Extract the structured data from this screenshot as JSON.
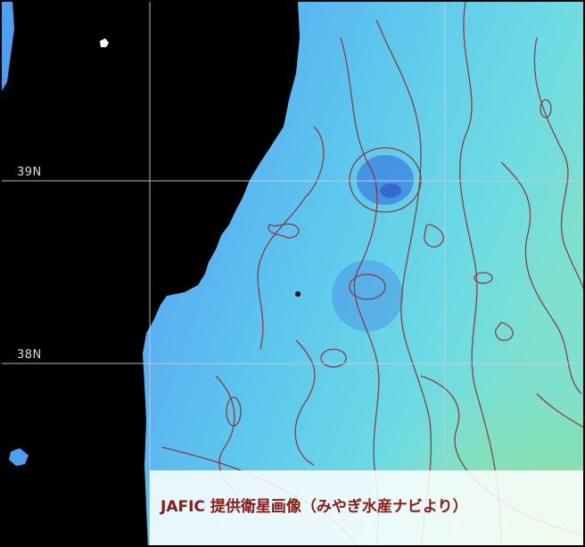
{
  "map": {
    "latitude_labels": [
      "39N",
      "38N"
    ],
    "credit": "JAFIC 提供衛星画像（みやぎ水産ナビより）",
    "colors": {
      "land": "#000000",
      "ocean_coastal": "#4f9ff0",
      "ocean_offshore": "#63d9e6",
      "ocean_warm": "#7fe0b0",
      "contour": "#8a3030",
      "grid": "#c8ccd4",
      "credit_text": "#8c1a14"
    }
  }
}
